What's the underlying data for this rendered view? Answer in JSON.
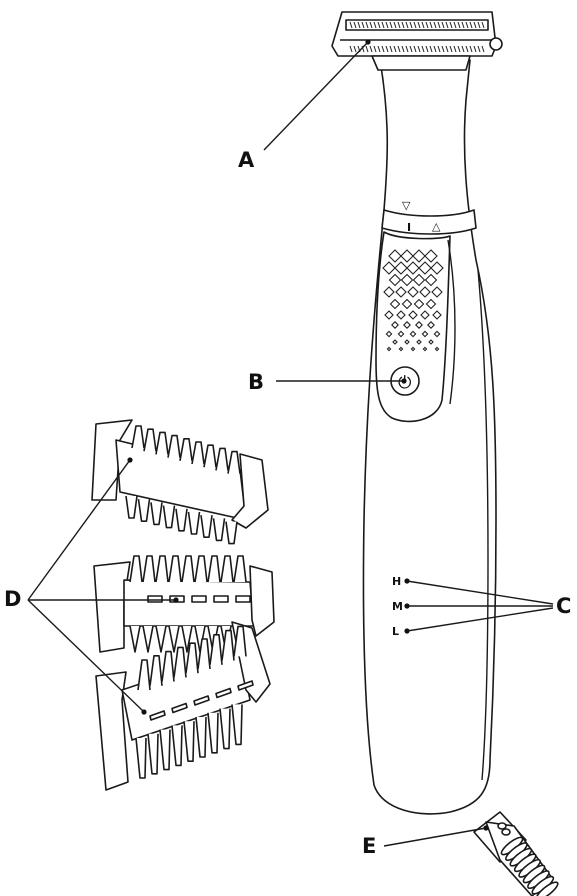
{
  "callouts": {
    "a": "A",
    "b": "B",
    "c": "C",
    "d": "D",
    "e": "E"
  },
  "trimmer": {
    "lock_symbol": "▽",
    "unlock_symbol": "△",
    "divider_mark": "I",
    "power_symbol": "⏻"
  },
  "length_marks": {
    "high": "H",
    "medium": "M",
    "low": "L"
  }
}
